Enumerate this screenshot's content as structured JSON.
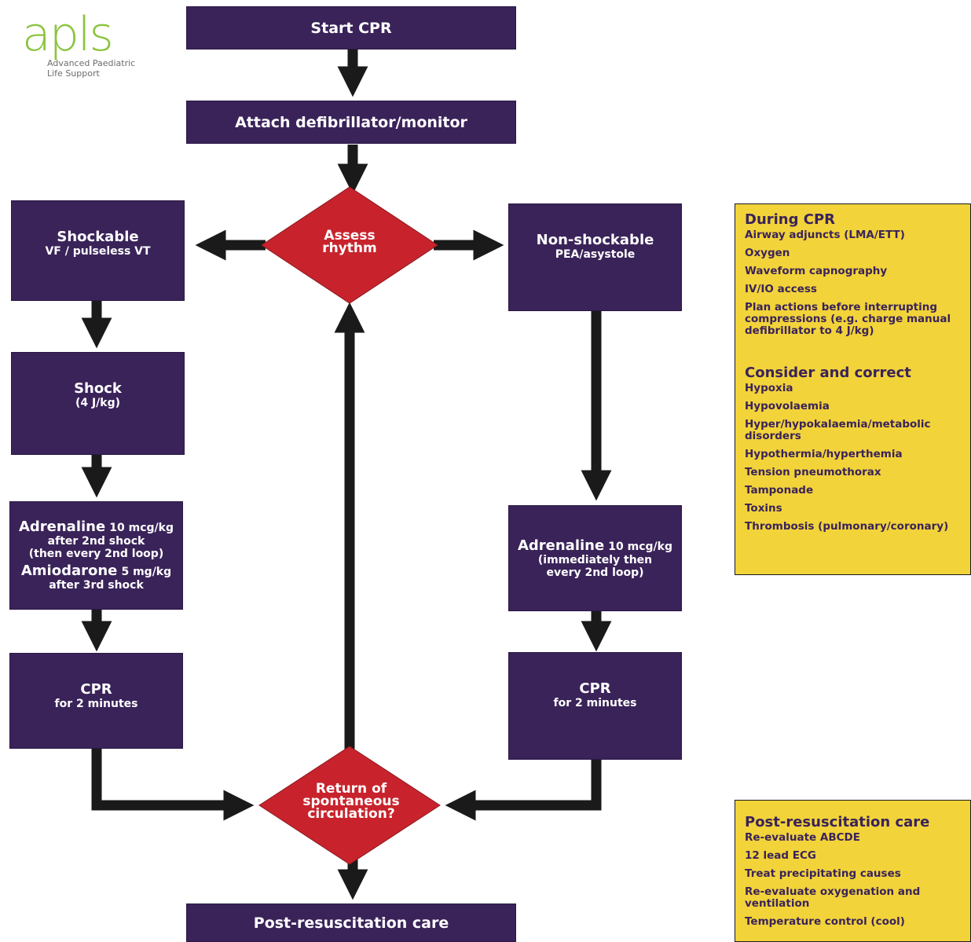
{
  "logo": {
    "word": "apls",
    "tagline_1": "Advanced Paediatric",
    "tagline_2": "Life Support"
  },
  "start": "Start CPR",
  "attach": "Attach defibrillator/monitor",
  "assess": {
    "line1": "Assess",
    "line2": "rhythm"
  },
  "shockable": {
    "title": "Shockable",
    "sub": "VF / pulseless VT"
  },
  "nonshockable": {
    "title": "Non-shockable",
    "sub": "PEA/asystole"
  },
  "shock": {
    "title": "Shock",
    "sub": "(4 J/kg)"
  },
  "drugs_left": {
    "adr_name": "Adrenaline",
    "adr_dose": "10 mcg/kg",
    "adr_line2": "after 2nd shock",
    "adr_line3": "(then every 2nd loop)",
    "ami_name": "Amiodarone",
    "ami_dose": "5 mg/kg",
    "ami_line2": "after 3rd shock"
  },
  "drugs_right": {
    "adr_name": "Adrenaline",
    "adr_dose": "10 mcg/kg",
    "line2": "(immediately then",
    "line3": "every 2nd loop)"
  },
  "cpr_left": {
    "title": "CPR",
    "sub": "for 2 minutes"
  },
  "cpr_right": {
    "title": "CPR",
    "sub": "for 2 minutes"
  },
  "rosc": {
    "line1": "Return of",
    "line2": "spontaneous",
    "line3": "circulation?"
  },
  "post": "Post-resuscitation care",
  "during_cpr": {
    "heading": "During CPR",
    "items": [
      "Airway adjuncts (LMA/ETT)",
      "Oxygen",
      "Waveform capnography",
      "IV/IO access",
      "Plan actions before interrupting compressions (e.g. charge manual defibrillator to 4 J/kg)"
    ]
  },
  "consider": {
    "heading": "Consider and correct",
    "items": [
      "Hypoxia",
      "Hypovolaemia",
      "Hyper/hypokalaemia/metabolic disorders",
      "Hypothermia/hyperthemia",
      "Tension pneumothorax",
      "Tamponade",
      "Toxins",
      "Thrombosis (pulmonary/coronary)"
    ]
  },
  "post_care": {
    "heading": "Post-resuscitation care",
    "items": [
      "Re-evaluate ABCDE",
      "12 lead ECG",
      "Treat precipitating causes",
      "Re-evaluate oxygenation and ventilation",
      "Temperature control (cool)"
    ]
  },
  "colors": {
    "box": "#3a2359",
    "diamond": "#c8232c",
    "note": "#f2d33a",
    "arrow": "#1a1a1a",
    "logo": "#8bc43f"
  }
}
